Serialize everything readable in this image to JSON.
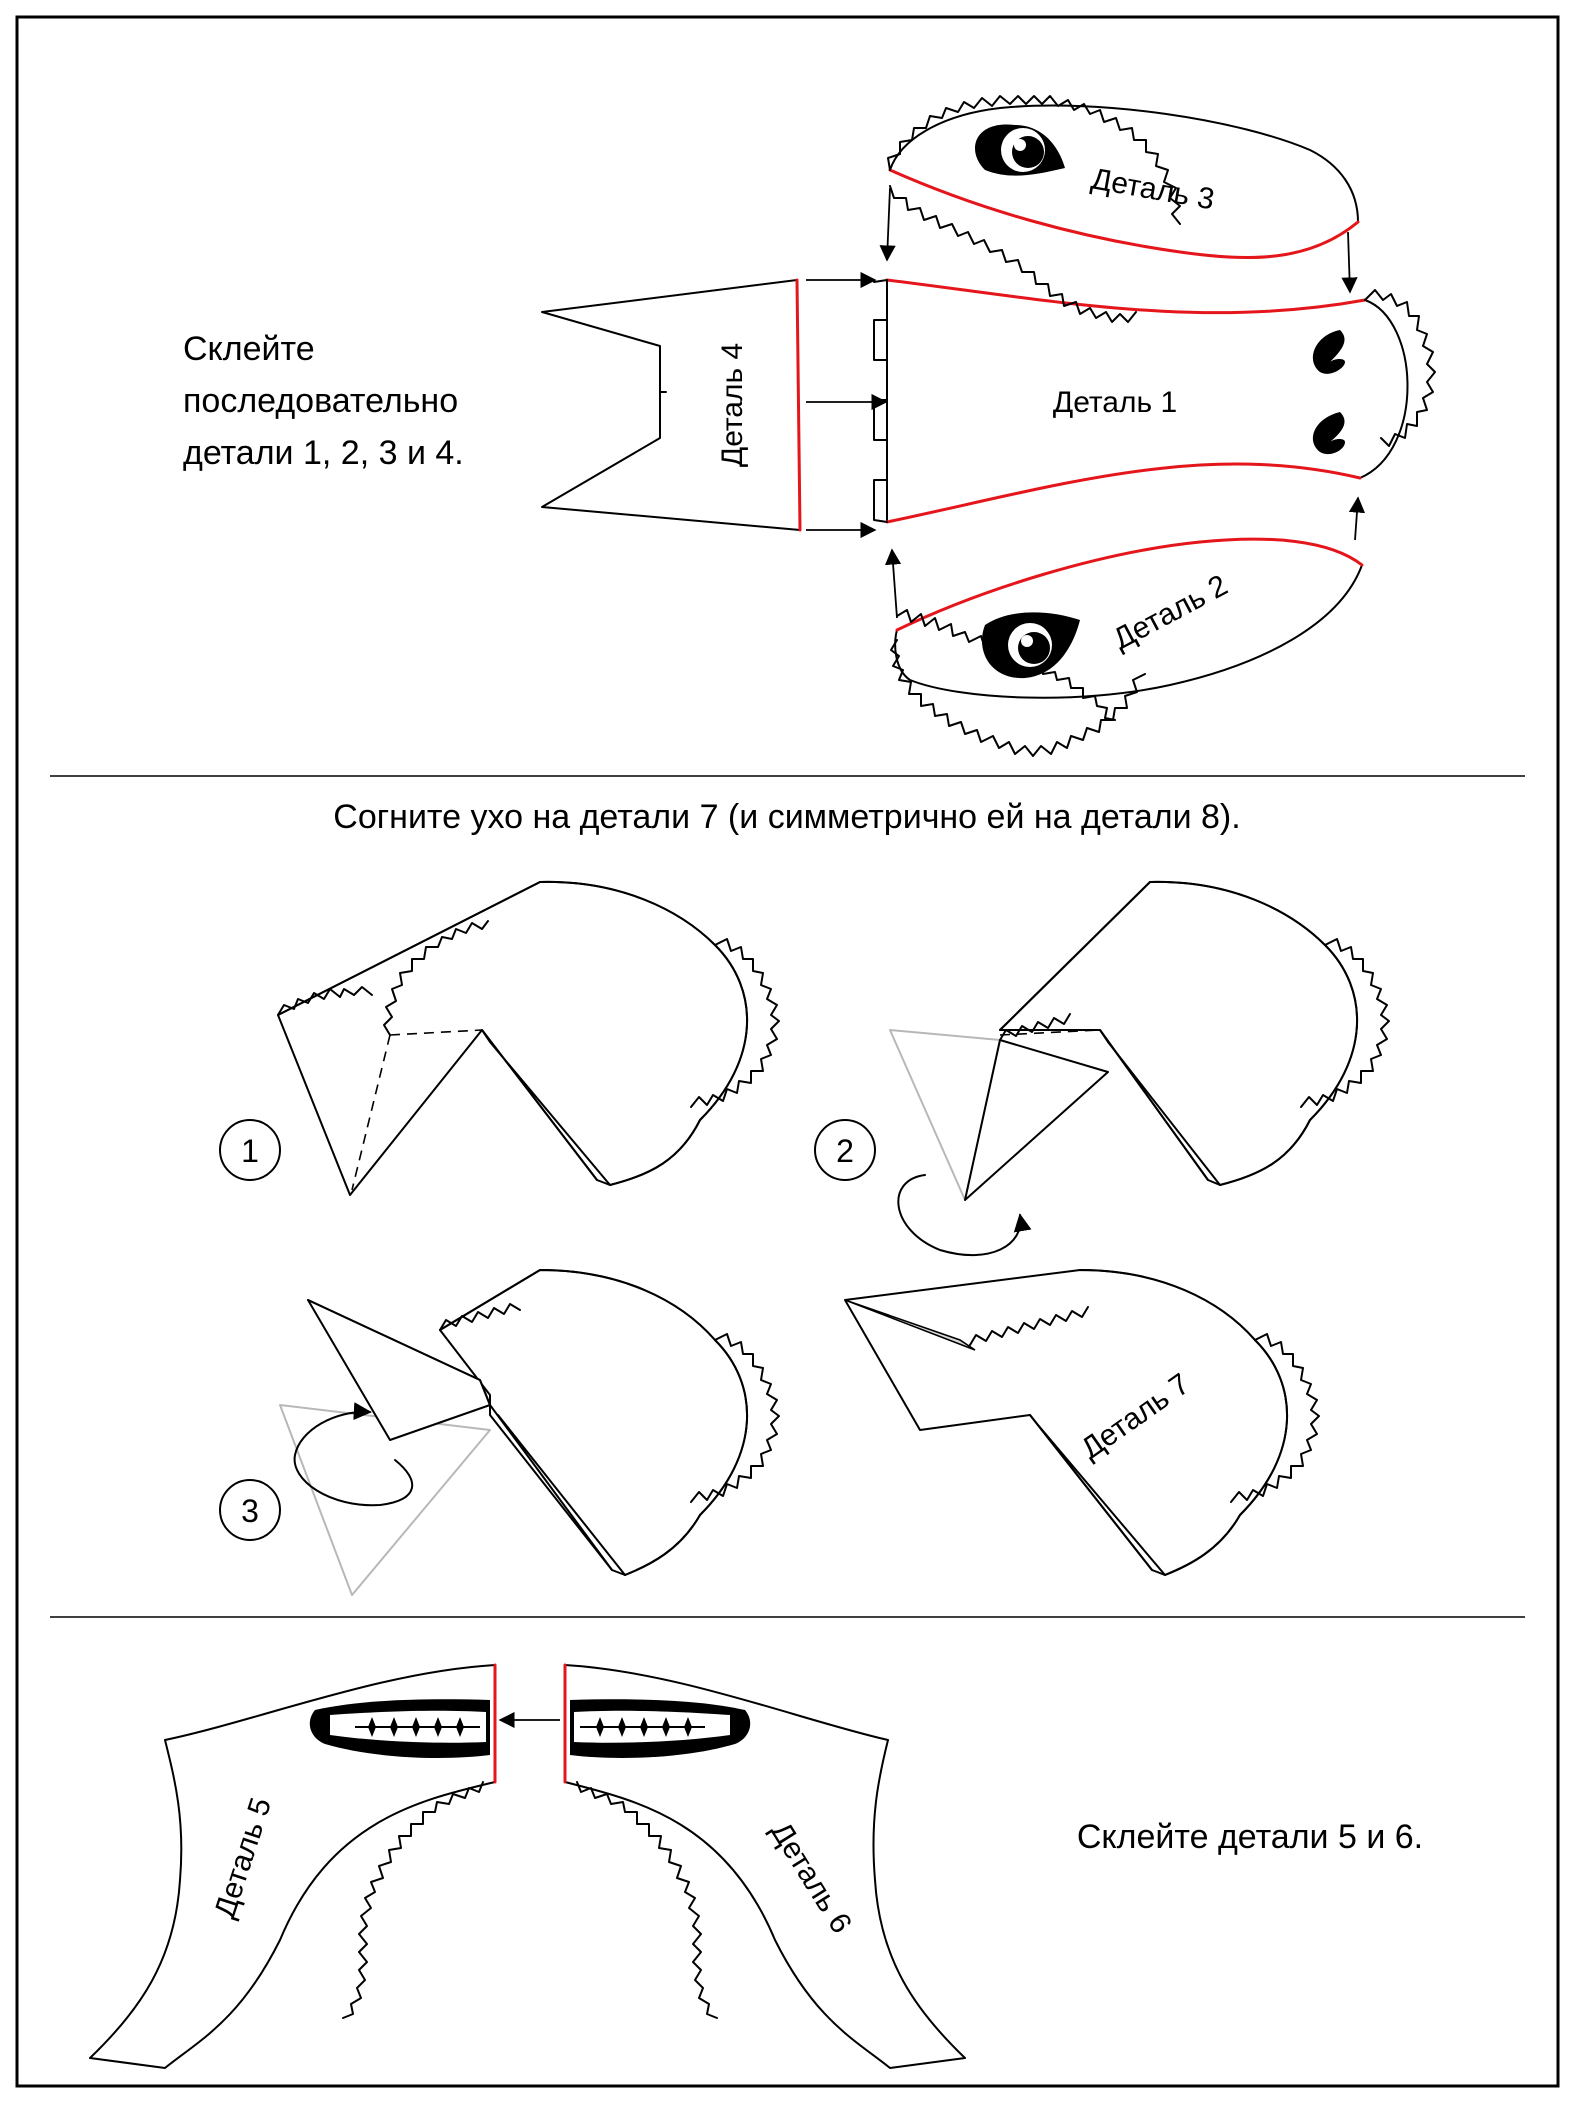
{
  "sections": {
    "assembly": {
      "instruction_lines": [
        "Склейте",
        "последовательно",
        "детали 1, 2, 3 и 4."
      ],
      "part_labels": {
        "part1": "Деталь 1",
        "part2": "Деталь 2",
        "part3": "Деталь 3",
        "part4": "Деталь 4"
      }
    },
    "ear_fold": {
      "instruction": "Согните ухо на детали 7 (и симметрично ей на детали 8).",
      "step_numbers": [
        "1",
        "2",
        "3"
      ],
      "part_label": "Деталь 7"
    },
    "jaw": {
      "instruction": "Склейте детали 5 и 6.",
      "part_labels": {
        "part5": "Деталь 5",
        "part6": "Деталь 6"
      }
    }
  },
  "colors": {
    "outline": "#000000",
    "glue_edge": "#e4161b",
    "hidden_edge": "#b8b8b8",
    "shade": "#d9d9d9"
  }
}
